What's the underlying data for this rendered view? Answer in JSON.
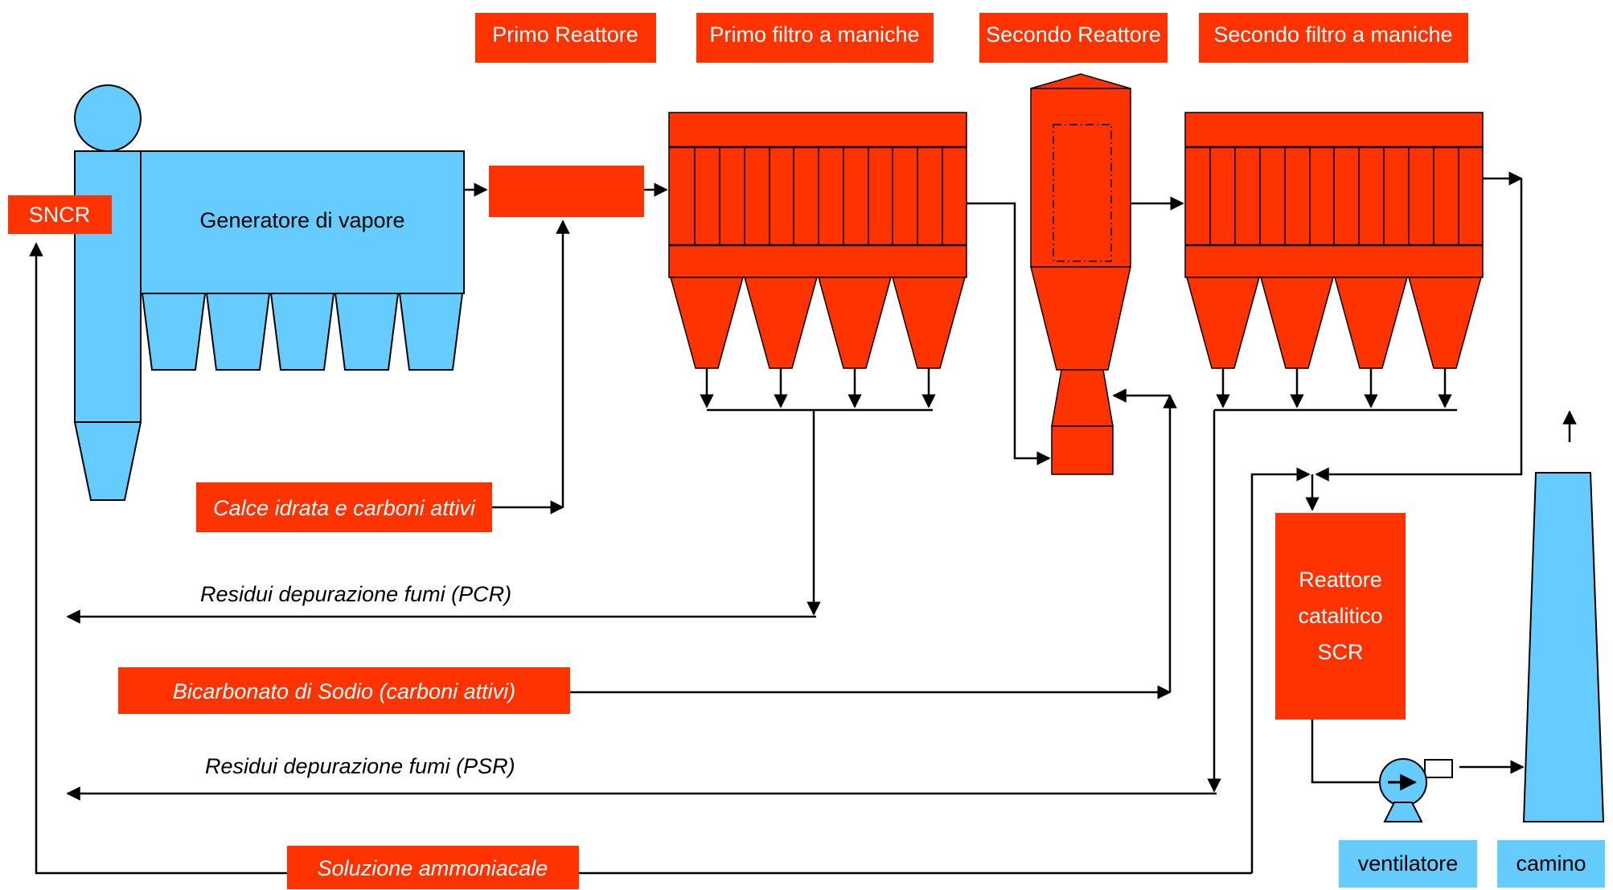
{
  "headers": {
    "primo_reattore": "Primo Reattore",
    "primo_filtro": "Primo filtro a maniche",
    "secondo_reattore": "Secondo Reattore",
    "secondo_filtro": "Secondo filtro a maniche"
  },
  "units": {
    "sncr": "SNCR",
    "generatore": "Generatore di vapore",
    "scr_line1": "Reattore",
    "scr_line2": "catalitico",
    "scr_line3": "SCR",
    "ventilatore": "ventilatore",
    "camino": "camino"
  },
  "inputs": {
    "calce": "Calce idrata e carboni attivi",
    "bicarbonato": "Bicarbonato di Sodio (carboni attivi)",
    "ammoniaca": "Soluzione ammoniacale"
  },
  "outputs": {
    "pcr": "Residui depurazione fumi (PCR)",
    "psr": "Residui depurazione fumi (PSR)"
  },
  "colors": {
    "process_red": "#ff3300",
    "equipment_blue": "#66ccff",
    "line": "#000000"
  }
}
